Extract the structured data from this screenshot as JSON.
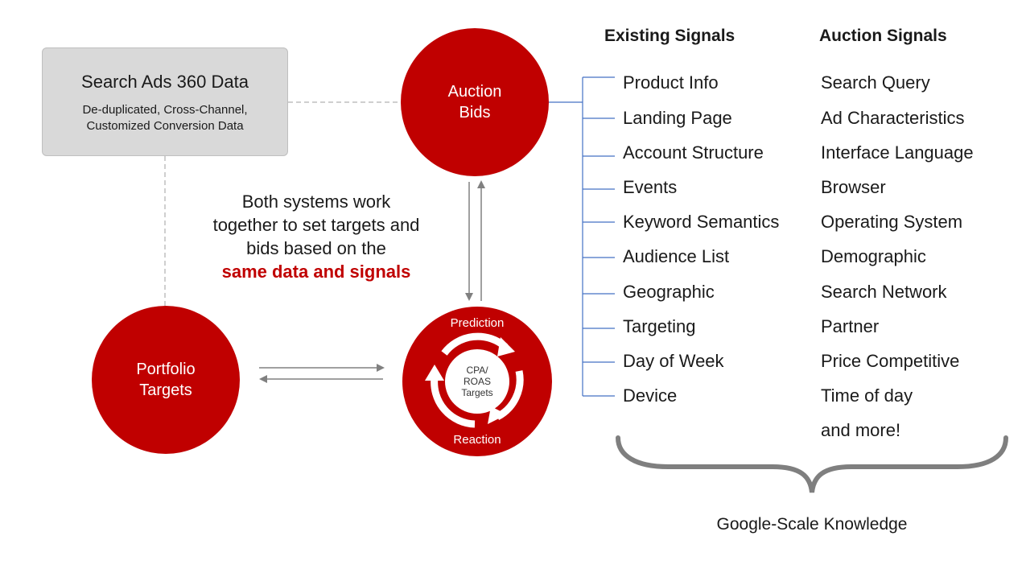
{
  "data_box": {
    "title": "Search Ads 360 Data",
    "subtitle_line1": "De-duplicated, Cross-Channel,",
    "subtitle_line2": "Customized Conversion Data"
  },
  "auction_bids": {
    "line1": "Auction",
    "line2": "Bids"
  },
  "portfolio_targets": {
    "line1": "Portfolio",
    "line2": "Targets"
  },
  "cycle": {
    "top_label": "Prediction",
    "bottom_label": "Reaction",
    "center_line1": "CPA/",
    "center_line2": "ROAS",
    "center_line3": "Targets"
  },
  "middle_text": {
    "line1": "Both systems work",
    "line2": "together to set targets and",
    "line3": "bids based on the",
    "highlight": "same data and signals"
  },
  "existing_signals": {
    "heading": "Existing Signals",
    "items": [
      "Product Info",
      "Landing Page",
      "Account Structure",
      "Events",
      "Keyword Semantics",
      "Audience List",
      "Geographic",
      "Targeting",
      "Day of Week",
      "Device"
    ]
  },
  "auction_signals": {
    "heading": "Auction Signals",
    "items": [
      "Search Query",
      "Ad Characteristics",
      "Interface Language",
      "Browser",
      "Operating System",
      "Demographic",
      "Search Network",
      "Partner",
      "Price Competitive",
      "Time of day",
      "and more!"
    ]
  },
  "footer": "Google-Scale Knowledge",
  "colors": {
    "brand_red": "#c00000",
    "box_gray": "#d9d9d9",
    "connector_blue": "#4472c4",
    "brace_gray": "#7f7f7f"
  }
}
